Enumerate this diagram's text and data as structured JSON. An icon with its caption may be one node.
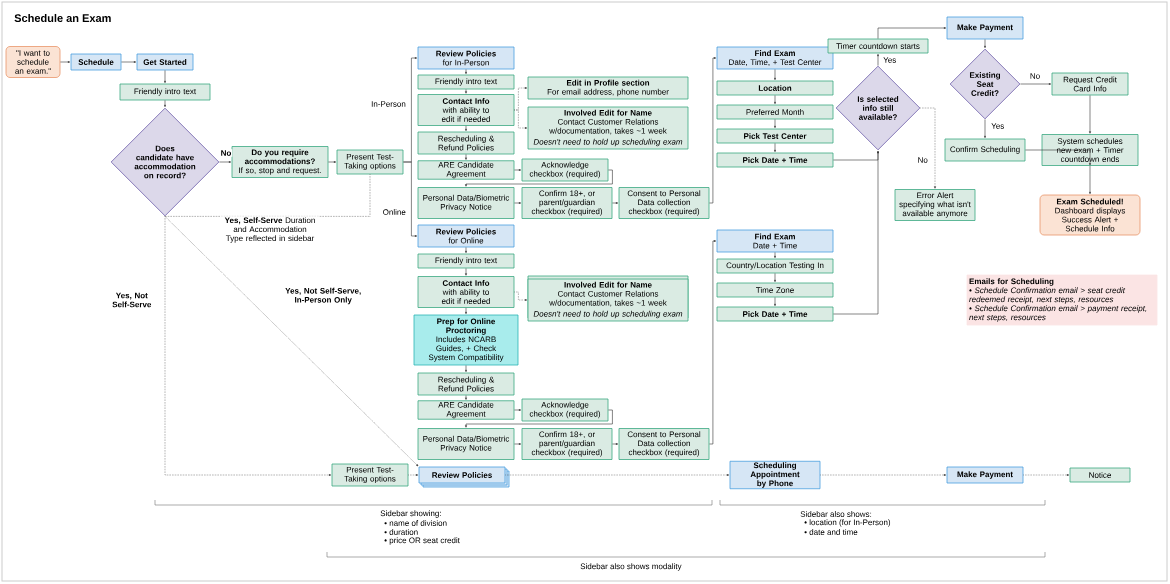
{
  "diagram": {
    "title": "Schedule an Exam",
    "nodes": [
      {
        "text": [
          "\"I want to schedule an exam.\""
        ]
      },
      {
        "text": [
          "Schedule"
        ]
      },
      {
        "text": [
          "Get Started"
        ]
      },
      {
        "text": [
          "Friendly intro text"
        ]
      },
      {
        "text": [
          "Does candidate have accommodation on record?"
        ]
      },
      {
        "text": [
          "Do you require accommodations?",
          "If so, stop and request."
        ]
      },
      {
        "text": [
          "Present Test-Taking options"
        ]
      },
      {
        "text": [
          "Review Policies",
          "for In-Person"
        ]
      },
      {
        "text": [
          "Friendly intro text"
        ]
      },
      {
        "text": [
          "Contact Info",
          "with ability to edit if needed"
        ]
      },
      {
        "text": [
          "Edit in Profile section",
          "For email address, phone number"
        ]
      },
      {
        "text": [
          "Involved Edit for Name",
          "Contact Customer Relations w/documentation, takes ~1 week",
          "Doesn't need to hold up scheduling exam"
        ]
      },
      {
        "text": [
          "Rescheduling & Refund Policies"
        ]
      },
      {
        "text": [
          "ARE Candidate Agreement"
        ]
      },
      {
        "text": [
          "Acknowledge checkbox (required)"
        ]
      },
      {
        "text": [
          "Personal Data/Biometric Privacy Notice"
        ]
      },
      {
        "text": [
          "Confirm 18+, or parent/guardian checkbox (required)"
        ]
      },
      {
        "text": [
          "Consent to Personal Data collection checkbox (required)"
        ]
      },
      {
        "text": [
          "Review Policies",
          "for Online"
        ]
      },
      {
        "text": [
          "Friendly intro text"
        ]
      },
      {
        "text": [
          "Contact Info",
          "with ability to edit if needed"
        ]
      },
      {
        "text": [
          "Involved Edit for Name",
          "Contact Customer Relations w/documentation, takes ~1 week",
          "Doesn't need to hold up scheduling exam"
        ]
      },
      {
        "text": [
          "Prep for Online Proctoring",
          "Includes NCARB Guides, + Check System Compatibility"
        ]
      },
      {
        "text": [
          "Rescheduling & Refund Policies"
        ]
      },
      {
        "text": [
          "ARE Candidate Agreement"
        ]
      },
      {
        "text": [
          "Acknowledge checkbox (required)"
        ]
      },
      {
        "text": [
          "Personal Data/Biometric Privacy Notice"
        ]
      },
      {
        "text": [
          "Confirm 18+, or parent/guardian checkbox (required)"
        ]
      },
      {
        "text": [
          "Consent to Personal Data collection checkbox (required)"
        ]
      },
      {
        "text": [
          "Find Exam",
          "Date, Time, + Test Center"
        ]
      },
      {
        "text": [
          "Location"
        ]
      },
      {
        "text": [
          "Preferred Month"
        ]
      },
      {
        "text": [
          "Pick Test Center"
        ]
      },
      {
        "text": [
          "Pick Date + Time"
        ]
      },
      {
        "text": [
          "Find Exam",
          "Date + Time"
        ]
      },
      {
        "text": [
          "Country/Location Testing In"
        ]
      },
      {
        "text": [
          "Time Zone"
        ]
      },
      {
        "text": [
          "Pick Date + Time"
        ]
      },
      {
        "text": [
          "Timer countdown starts"
        ]
      },
      {
        "text": [
          "Is selected info still available?"
        ]
      },
      {
        "text": [
          "Error Alert specifying what isn't available anymore"
        ]
      },
      {
        "text": [
          "Make Payment"
        ]
      },
      {
        "text": [
          "Existing Seat Credit?"
        ]
      },
      {
        "text": [
          "Confirm Scheduling"
        ]
      },
      {
        "text": [
          "Request Credit Card Info"
        ]
      },
      {
        "text": [
          "System schedules new exam + Timer countdown ends"
        ]
      },
      {
        "text": [
          "Exam Scheduled!",
          "Dashboard displays Success Alert + Schedule Info"
        ]
      },
      {
        "text": [
          "Present Test-Taking options"
        ]
      },
      {
        "text": [
          "Review Policies"
        ]
      },
      {
        "text": [
          "Scheduling Appointment by Phone"
        ]
      },
      {
        "text": [
          "Make Payment"
        ]
      },
      {
        "text": [
          "Notice"
        ]
      },
      {
        "text": [
          "Emails for Scheduling",
          "• Schedule Confirmation email > seat credit redeemed receipt, next steps, resources",
          "• Schedule Confirmation email > payment receipt, next steps, resources"
        ]
      }
    ],
    "edges": [
      {
        "from": 0,
        "to": 1,
        "arrow": "to"
      },
      {
        "from": 1,
        "to": 2,
        "arrow": "to"
      },
      {
        "from": 2,
        "to": 3,
        "arrow": "to"
      },
      {
        "from": 3,
        "to": 4,
        "arrow": "to"
      },
      {
        "from": 4,
        "to": 5,
        "arrow": "to",
        "label": "No"
      },
      {
        "from": 5,
        "to": 6,
        "arrow": "to"
      },
      {
        "from": 6,
        "to": 7,
        "arrow": "to",
        "label": "In-Person"
      },
      {
        "from": 6,
        "to": 18,
        "arrow": "to",
        "label": "Online"
      },
      {
        "from": 7,
        "to": 8,
        "arrow": "to"
      },
      {
        "from": 8,
        "to": 9,
        "arrow": "to"
      },
      {
        "from": 9,
        "to": 10,
        "arrow": "to",
        "style": "dashed"
      },
      {
        "from": 9,
        "to": 11,
        "arrow": "to",
        "style": "dashed"
      },
      {
        "from": 9,
        "to": 12,
        "arrow": "to"
      },
      {
        "from": 12,
        "to": 13,
        "arrow": "to"
      },
      {
        "from": 13,
        "to": 14,
        "arrow": "to"
      },
      {
        "from": 14,
        "to": 15,
        "arrow": "to"
      },
      {
        "from": 15,
        "to": 16,
        "arrow": "to"
      },
      {
        "from": 16,
        "to": 17,
        "arrow": "to"
      },
      {
        "from": 17,
        "to": 29,
        "arrow": "to"
      },
      {
        "from": 18,
        "to": 19,
        "arrow": "to"
      },
      {
        "from": 19,
        "to": 20,
        "arrow": "to"
      },
      {
        "from": 20,
        "to": 21,
        "arrow": "to",
        "style": "dashed"
      },
      {
        "from": 20,
        "to": 22,
        "arrow": "to"
      },
      {
        "from": 22,
        "to": 23,
        "arrow": "to"
      },
      {
        "from": 23,
        "to": 24,
        "arrow": "to"
      },
      {
        "from": 24,
        "to": 25,
        "arrow": "to"
      },
      {
        "from": 25,
        "to": 26,
        "arrow": "to"
      },
      {
        "from": 26,
        "to": 27,
        "arrow": "to"
      },
      {
        "from": 27,
        "to": 28,
        "arrow": "to"
      },
      {
        "from": 28,
        "to": 34,
        "arrow": "to"
      },
      {
        "from": 29,
        "to": 30,
        "arrow": "to"
      },
      {
        "from": 30,
        "to": 31,
        "arrow": "to"
      },
      {
        "from": 31,
        "to": 32,
        "arrow": "to"
      },
      {
        "from": 32,
        "to": 33,
        "arrow": "to"
      },
      {
        "from": 33,
        "to": 39,
        "arrow": "to"
      },
      {
        "from": 34,
        "to": 35,
        "arrow": "to"
      },
      {
        "from": 35,
        "to": 36,
        "arrow": "to"
      },
      {
        "from": 36,
        "to": 37,
        "arrow": "to"
      },
      {
        "from": 37,
        "to": 39,
        "arrow": "to"
      },
      {
        "from": 39,
        "to": 38,
        "arrow": "to",
        "label": "Yes"
      },
      {
        "from": 39,
        "to": 40,
        "arrow": "to",
        "style": "dashed",
        "label": "No"
      },
      {
        "from": 38,
        "to": 41,
        "arrow": "to"
      },
      {
        "from": 41,
        "to": 42,
        "arrow": "to"
      },
      {
        "from": 42,
        "to": 44,
        "arrow": "to",
        "label": "No"
      },
      {
        "from": 42,
        "to": 43,
        "arrow": "to",
        "label": "Yes"
      },
      {
        "from": 44,
        "to": 45,
        "arrow": "to"
      },
      {
        "from": 43,
        "to": 45,
        "arrow": "to"
      },
      {
        "from": 45,
        "to": 46,
        "arrow": "to"
      },
      {
        "from": 4,
        "to": 6,
        "arrow": "none",
        "style": "dashed",
        "label": "**Yes, Self-Serve** Duration and Accommodation Type reflected in sidebar"
      },
      {
        "from": 4,
        "to": 47,
        "arrow": "to",
        "style": "dashed",
        "label": "Yes, Not Self-Serve"
      },
      {
        "from": 4,
        "to": 48,
        "arrow": "to",
        "style": "dashed",
        "label": "Yes, Not Self-Serve, In-Person Only"
      },
      {
        "from": 47,
        "to": 48,
        "arrow": "to",
        "style": "dashed"
      },
      {
        "from": 48,
        "to": 49,
        "arrow": "to",
        "style": "dashed"
      },
      {
        "from": 49,
        "to": 50,
        "arrow": "to",
        "style": "dashed"
      },
      {
        "from": 50,
        "to": 51,
        "arrow": "to",
        "style": "dashed"
      }
    ],
    "labels": [
      "Sidebar showing:",
      "• name of division",
      "• duration",
      "• price OR seat credit",
      "Sidebar also shows:",
      "• location (for In-Person)",
      "• date and time",
      "Sidebar also shows modality"
    ]
  }
}
